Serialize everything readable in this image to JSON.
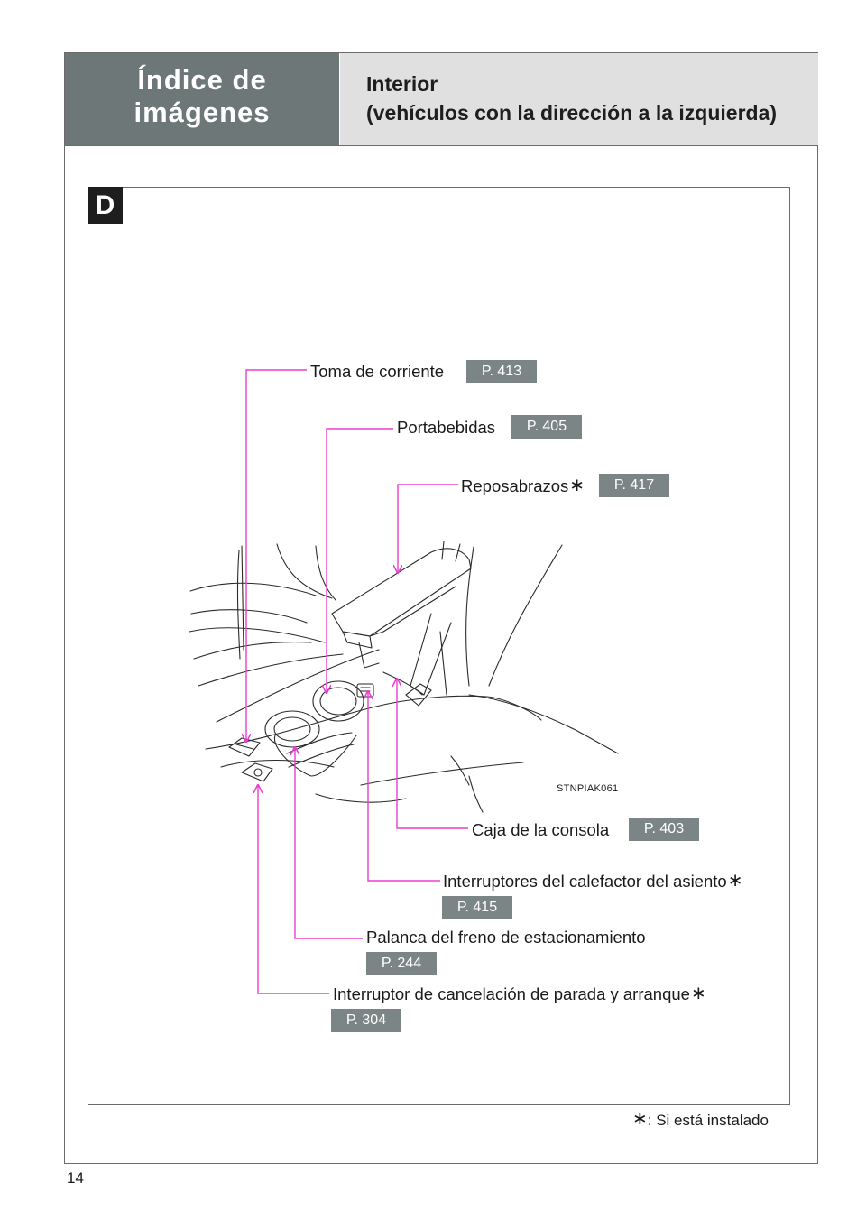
{
  "header": {
    "section_line1": "Índice de",
    "section_line2": "imágenes",
    "title_line1": "Interior",
    "title_line2": "(vehículos con la dirección a la izquierda)"
  },
  "figure": {
    "tag": "D",
    "image_code": "STNPIAK061",
    "asterisk": "∗",
    "callouts": [
      {
        "id": "power_outlet",
        "label": "Toma de corriente",
        "page": "P. 413",
        "optional": false
      },
      {
        "id": "cup_holders",
        "label": "Portabebidas",
        "page": "P. 405",
        "optional": false
      },
      {
        "id": "armrest",
        "label": "Reposabrazos",
        "page": "P. 417",
        "optional": true
      },
      {
        "id": "console_box",
        "label": "Caja de la consola",
        "page": "P. 403",
        "optional": false
      },
      {
        "id": "seat_heater_switches",
        "label": "Interruptores del calefactor del asiento",
        "page": "P. 415",
        "optional": true
      },
      {
        "id": "parking_brake_lever",
        "label": "Palanca del freno de estacionamiento",
        "page": "P. 244",
        "optional": false
      },
      {
        "id": "stop_start_cancel_switch",
        "label": "Interruptor de cancelación de parada y arranque",
        "page": "P. 304",
        "optional": true
      }
    ]
  },
  "footnote": {
    "symbol": "∗",
    "text": ": Si está instalado"
  },
  "page_number": "14",
  "colors": {
    "leader": "#e83fd0",
    "header_dark": "#6e7777",
    "header_light": "#dfe0df",
    "page_tag": "#7c8585"
  }
}
